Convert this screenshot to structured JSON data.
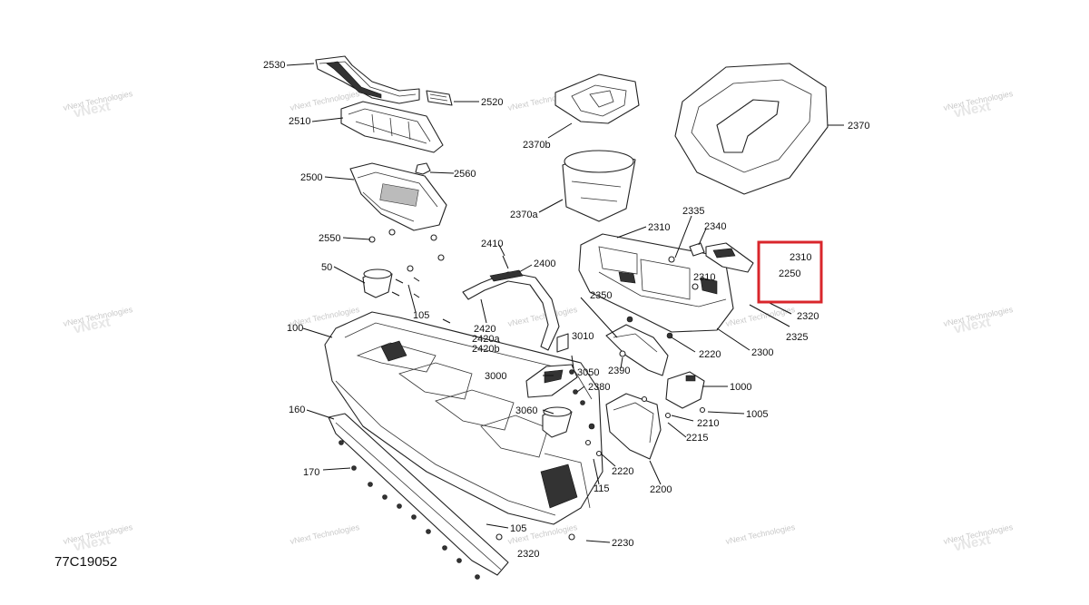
{
  "diagram": {
    "drawing_code": "77C19052",
    "watermark_text": "vNext Technologies",
    "highlight_color": "#d9262b",
    "callouts": [
      {
        "id": "2530",
        "text": "2530"
      },
      {
        "id": "2520",
        "text": "2520"
      },
      {
        "id": "2510",
        "text": "2510"
      },
      {
        "id": "2560",
        "text": "2560"
      },
      {
        "id": "2500",
        "text": "2500"
      },
      {
        "id": "2550",
        "text": "2550"
      },
      {
        "id": "50",
        "text": "50"
      },
      {
        "id": "105a",
        "text": "105"
      },
      {
        "id": "100",
        "text": "100"
      },
      {
        "id": "160",
        "text": "160"
      },
      {
        "id": "170",
        "text": "170"
      },
      {
        "id": "105b",
        "text": "105"
      },
      {
        "id": "2320b",
        "text": "2320"
      },
      {
        "id": "2230",
        "text": "2230"
      },
      {
        "id": "2410",
        "text": "2410"
      },
      {
        "id": "2400",
        "text": "2400"
      },
      {
        "id": "2420",
        "text": "2420"
      },
      {
        "id": "2420a",
        "text": "2420a"
      },
      {
        "id": "2420b",
        "text": "2420b"
      },
      {
        "id": "2370b",
        "text": "2370b"
      },
      {
        "id": "2370a",
        "text": "2370a"
      },
      {
        "id": "2370",
        "text": "2370"
      },
      {
        "id": "2310a",
        "text": "2310"
      },
      {
        "id": "2335",
        "text": "2335"
      },
      {
        "id": "2340",
        "text": "2340"
      },
      {
        "id": "2310b",
        "text": "2310"
      },
      {
        "id": "2310c",
        "text": "2310"
      },
      {
        "id": "2250",
        "text": "2250"
      },
      {
        "id": "2320a",
        "text": "2320"
      },
      {
        "id": "2325",
        "text": "2325"
      },
      {
        "id": "2350",
        "text": "2350"
      },
      {
        "id": "2300",
        "text": "2300"
      },
      {
        "id": "2220a",
        "text": "2220"
      },
      {
        "id": "3010",
        "text": "3010"
      },
      {
        "id": "3000",
        "text": "3000"
      },
      {
        "id": "3050",
        "text": "3050"
      },
      {
        "id": "2390",
        "text": "2390"
      },
      {
        "id": "2380",
        "text": "2380"
      },
      {
        "id": "3060",
        "text": "3060"
      },
      {
        "id": "1000",
        "text": "1000"
      },
      {
        "id": "1005",
        "text": "1005"
      },
      {
        "id": "2210",
        "text": "2210"
      },
      {
        "id": "2215",
        "text": "2215"
      },
      {
        "id": "2220b",
        "text": "2220"
      },
      {
        "id": "115",
        "text": "115"
      },
      {
        "id": "2200",
        "text": "2200"
      }
    ]
  }
}
